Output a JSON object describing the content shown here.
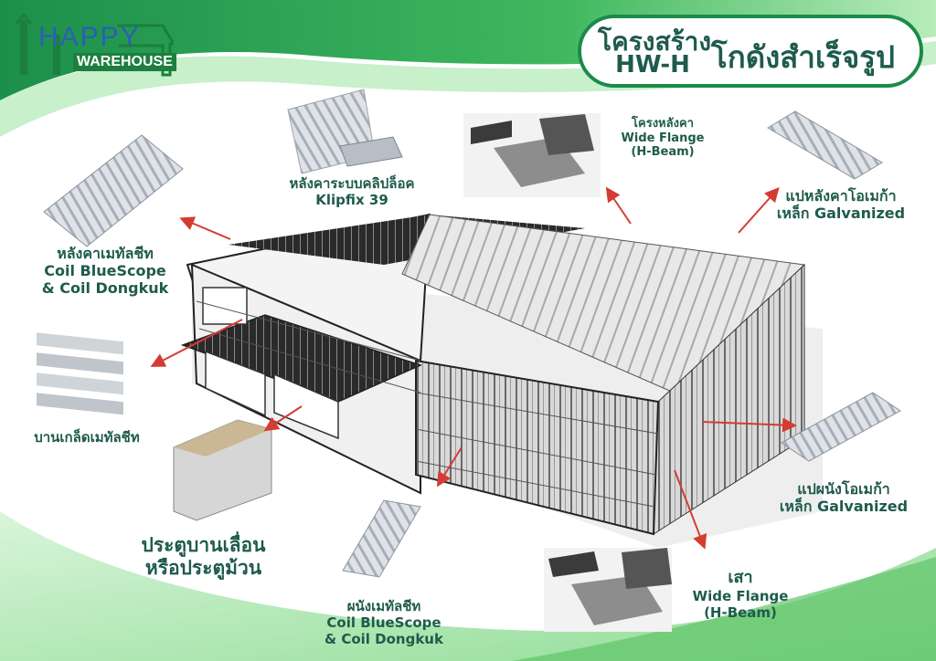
{
  "logo": {
    "line1": "HAPPY",
    "line2": "WAREHOUSE"
  },
  "title": {
    "left_line1": "โครงสร้าง",
    "left_line2": "HW-H",
    "right": "โกดังสำเร็จรูป"
  },
  "callouts": {
    "klipfix": {
      "th": "หลังคาระบบคลิปล็อค",
      "en": "Klipfix 39"
    },
    "roof_frame": {
      "th": "โครงหลังคา",
      "en1": "Wide Flange",
      "en2": "(H-Beam)"
    },
    "roof_purlin": {
      "th": "แปหลังคาโอเมก้า",
      "en": "เหล็ก Galvanized"
    },
    "roof_sheet": {
      "th": "หลังคาเมทัลชีท",
      "en1": "Coil BlueScope",
      "en2": "& Coil Dongkuk"
    },
    "louver": {
      "th": "บานเกล็ดเมทัลชีท"
    },
    "door": {
      "th1": "ประตูบานเลื่อน",
      "th2": "หรือประตูม้วน"
    },
    "wall_sheet": {
      "th": "ผนังเมทัลชีท",
      "en1": "Coil BlueScope",
      "en2": "& Coil Dongkuk"
    },
    "wall_purlin": {
      "th": "แปผนังโอเมก้า",
      "en": "เหล็ก Galvanized"
    },
    "column": {
      "th": "เสา",
      "en1": "Wide Flange",
      "en2": "(H-Beam)"
    }
  },
  "colors": {
    "green_dark": "#1b8a4a",
    "green_light": "#9fe0a4",
    "text_green": "#1e5b4c",
    "arrow_red": "#d43c33"
  }
}
